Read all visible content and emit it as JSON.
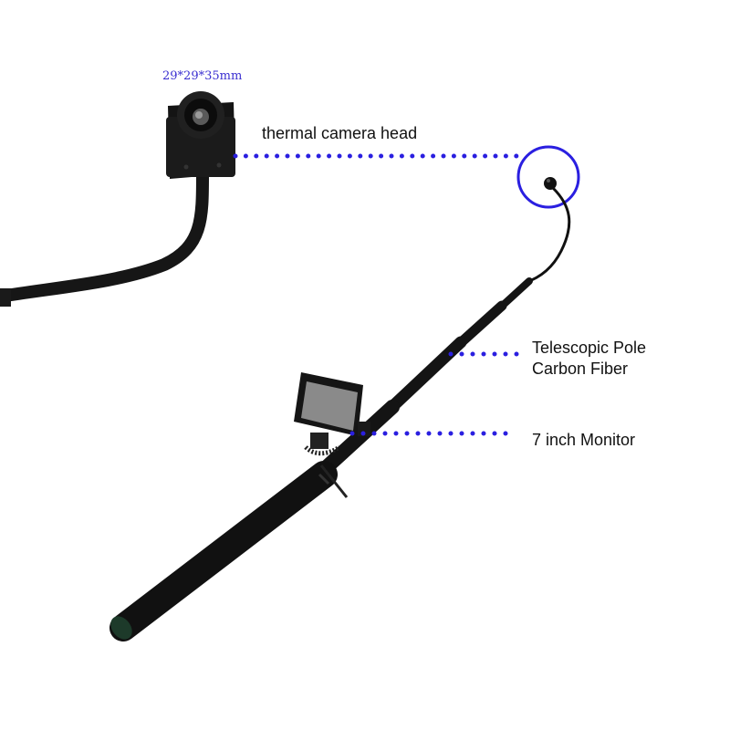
{
  "dimension_label": "29*29*35mm",
  "callouts": {
    "camera_head": "thermal camera head",
    "pole_line1": "Telescopic Pole",
    "pole_line2": "Carbon Fiber",
    "monitor": "7 inch Monitor"
  },
  "colors": {
    "accent": "#2a1fe0",
    "product": "#111111",
    "screen": "#8a8a8a"
  }
}
